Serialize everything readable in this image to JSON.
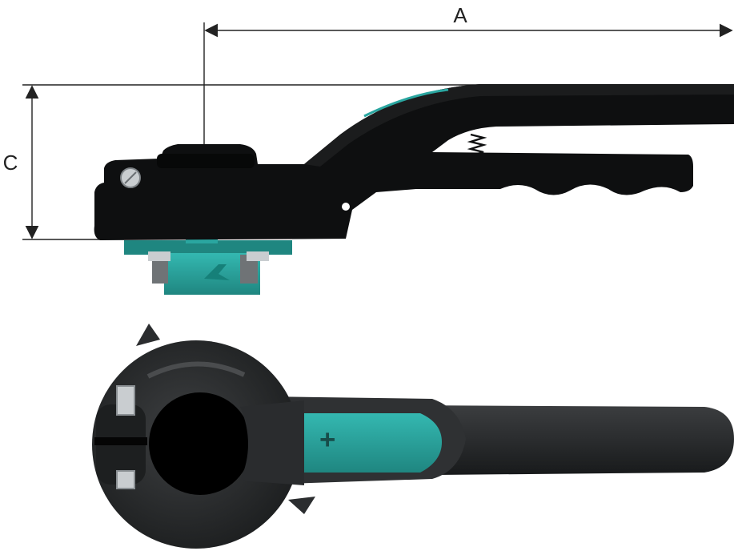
{
  "dimensions": {
    "a_label": "A",
    "c_label": "C"
  },
  "colors": {
    "handle_black": "#0d0d0d",
    "body_dark": "#2b2d2f",
    "body_mid": "#3a3c3e",
    "accent_teal": "#2aa6a0",
    "accent_teal_dark": "#1f8680",
    "metal": "#c9cdd0",
    "dimension_line": "#222222"
  },
  "views": {
    "side": "side-view",
    "top": "top-view"
  }
}
